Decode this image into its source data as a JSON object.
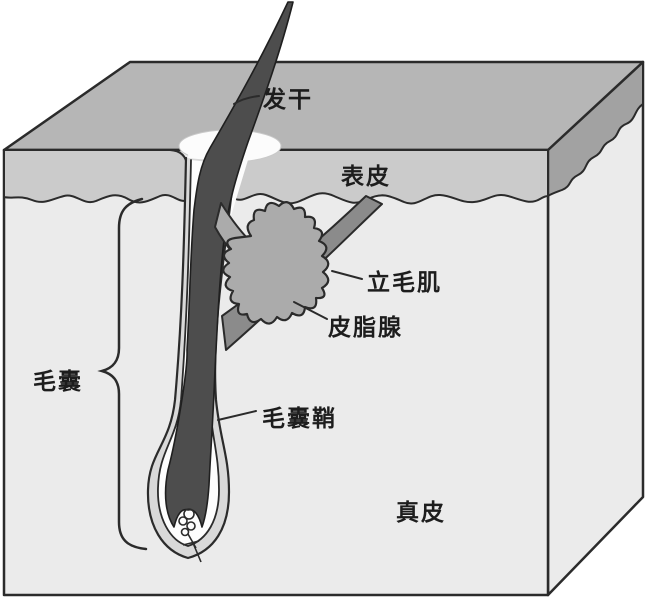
{
  "diagram": {
    "labels": {
      "hair_shaft": "发干",
      "epidermis": "表皮",
      "arrector_pili_muscle": "立毛肌",
      "sebaceous_gland": "皮脂腺",
      "hair_follicle": "毛囊",
      "hair_follicle_sheath": "毛囊鞘",
      "dermis": "真皮"
    },
    "colors": {
      "background": "#ffffff",
      "top_face": "#b6b6b6",
      "epidermis_front": "#cbcbcb",
      "epidermis_side": "#a2a2a2",
      "dermis_face": "#ebebeb",
      "hair": "#4d4d4d",
      "muscle": "#8b8b8b",
      "gland": "#ababab",
      "duct": "#ababab",
      "sheath_outer": "#d9d9d9",
      "sheath_inner": "#fdfdfd",
      "canal_white": "#fcfcfc",
      "outline": "#2b2b2b"
    }
  }
}
